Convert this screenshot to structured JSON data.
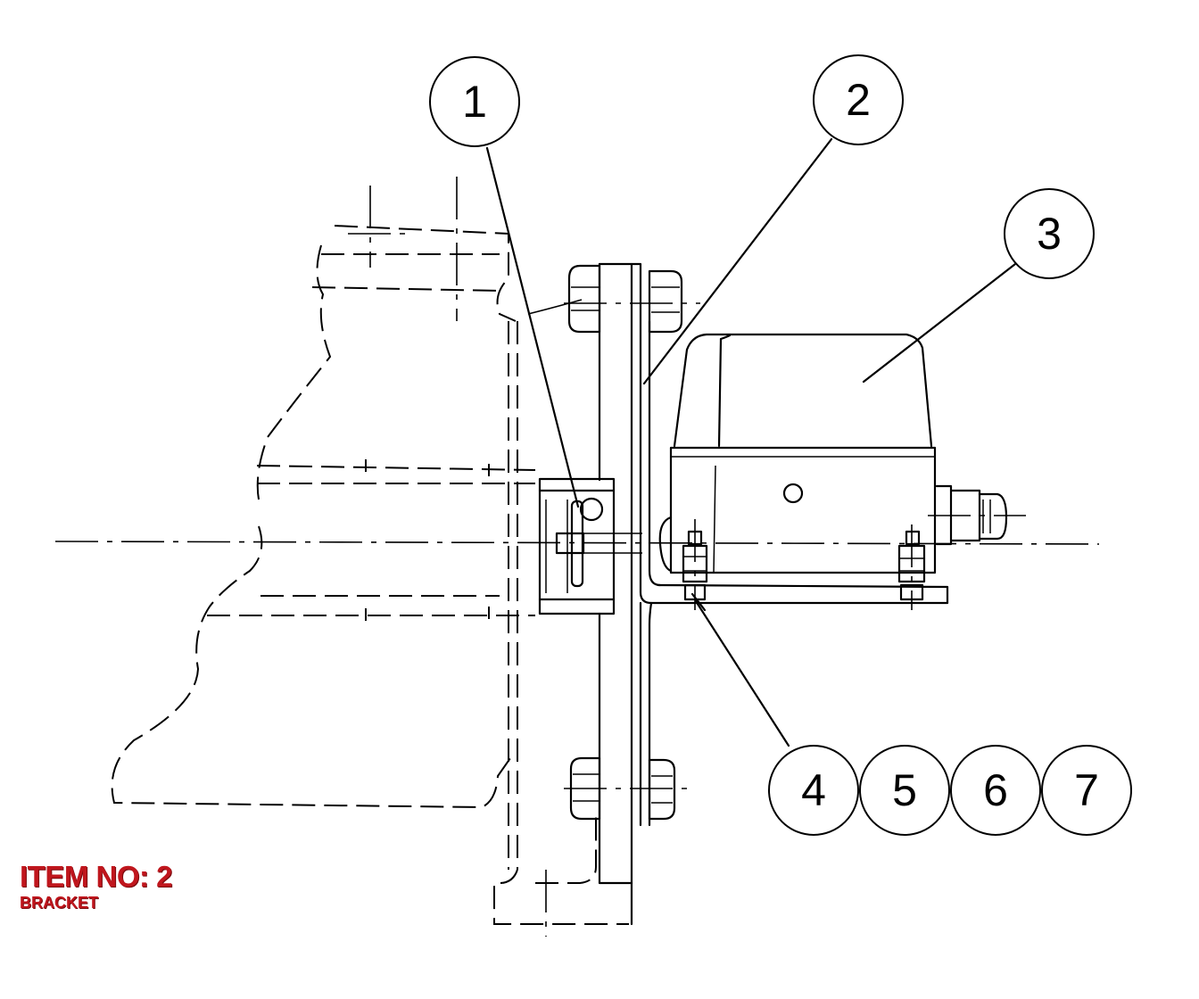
{
  "balloons": [
    {
      "label": "1"
    },
    {
      "label": "2"
    },
    {
      "label": "3"
    },
    {
      "label": "4"
    },
    {
      "label": "5"
    },
    {
      "label": "6"
    },
    {
      "label": "7"
    }
  ],
  "caption": {
    "item_text": "ITEM NO: 2",
    "sub_text": "BRACKET",
    "color": "#c0161d"
  }
}
